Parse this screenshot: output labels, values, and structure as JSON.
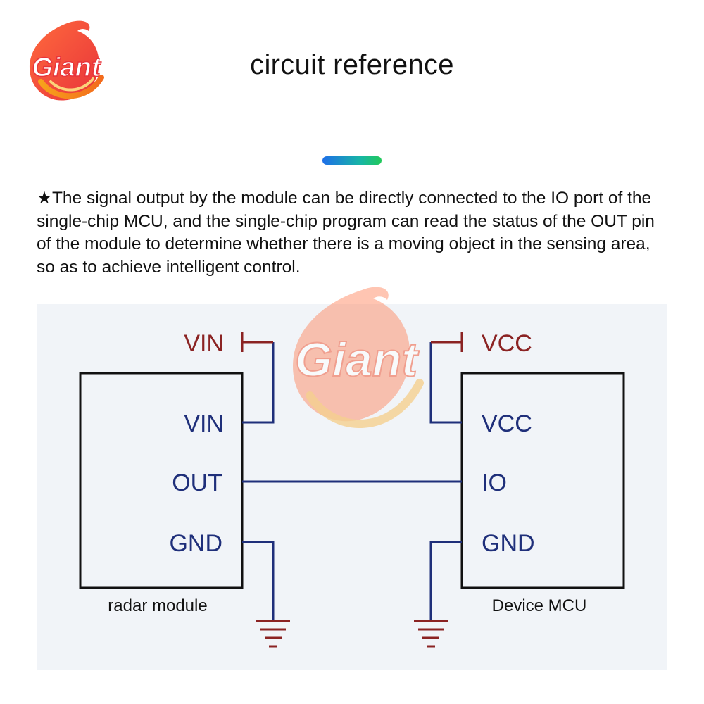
{
  "header": {
    "logo_text": "Giant",
    "title": "circuit reference"
  },
  "description": "★The signal output by the module can be directly connected to the IO port of the single-chip MCU, and the single-chip program can read the status of the OUT pin of the module to determine whether there is a moving object in the sensing area, so as to achieve intelligent control.",
  "diagram": {
    "left_supply": "VIN",
    "right_supply": "VCC",
    "left_block": {
      "caption": "radar module",
      "pins": [
        "VIN",
        "OUT",
        "GND"
      ]
    },
    "right_block": {
      "caption": "Device MCU",
      "pins": [
        "VCC",
        "IO",
        "GND"
      ]
    },
    "watermark_text": "Giant"
  },
  "colors": {
    "supply_label": "#8b2323",
    "pin_label": "#1f2f7a",
    "wire": "#1f2f7a",
    "ground": "#8b2323",
    "accent_gradient": [
      "#1e6fe8",
      "#22c95a"
    ]
  }
}
